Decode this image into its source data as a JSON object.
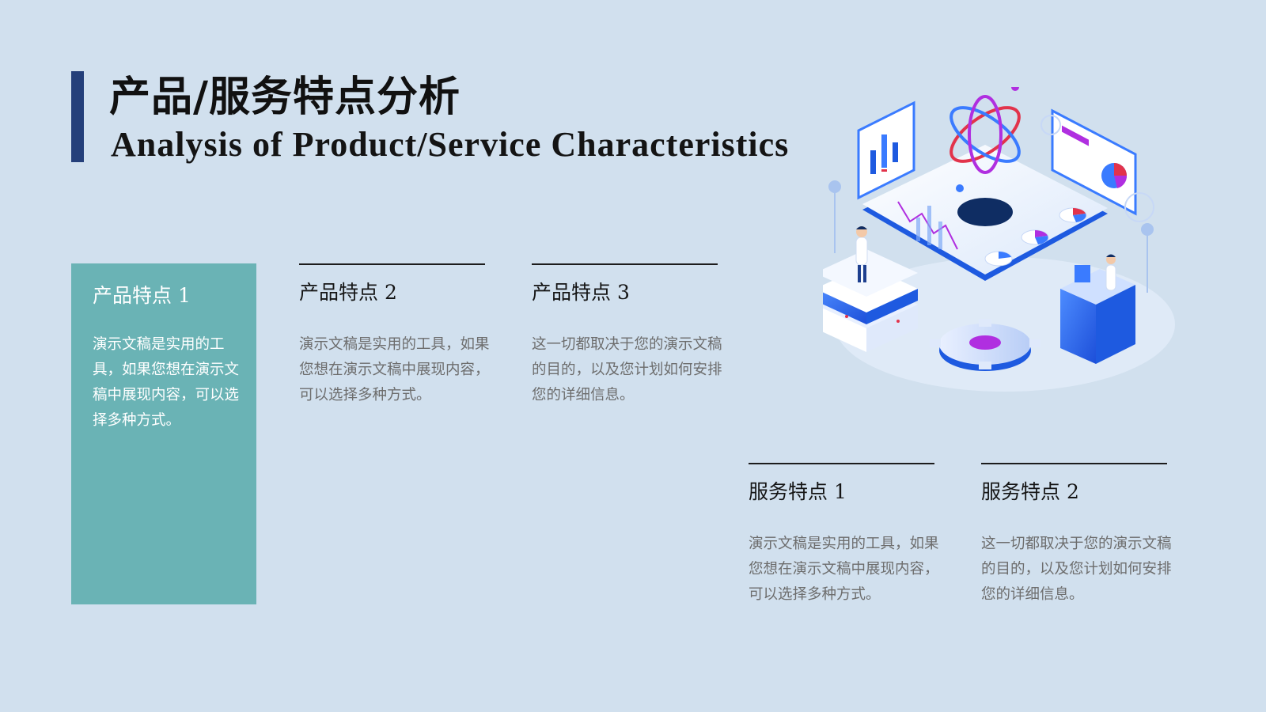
{
  "header": {
    "title_cn": "产品/服务特点分析",
    "title_en": "Analysis of Product/Service Characteristics"
  },
  "colors": {
    "background": "#d1e0ee",
    "accent_bar": "#243f7a",
    "highlight_card": "#6ab3b5"
  },
  "product_features": [
    {
      "title": "产品特点 1",
      "text": "演示文稿是实用的工具，如果您想在演示文稿中展现内容，可以选择多种方式。"
    },
    {
      "title": "产品特点 2",
      "text": "演示文稿是实用的工具，如果您想在演示文稿中展现内容，可以选择多种方式。"
    },
    {
      "title": "产品特点 3",
      "text": "这一切都取决于您的演示文稿的目的，以及您计划如何安排您的详细信息。"
    }
  ],
  "service_features": [
    {
      "title": "服务特点 1",
      "text": "演示文稿是实用的工具，如果您想在演示文稿中展现内容，可以选择多种方式。"
    },
    {
      "title": "服务特点 2",
      "text": "这一切都取决于您的演示文稿的目的，以及您计划如何安排您的详细信息。"
    }
  ],
  "illustration": {
    "icon": "isometric-data-lab-illustration"
  }
}
